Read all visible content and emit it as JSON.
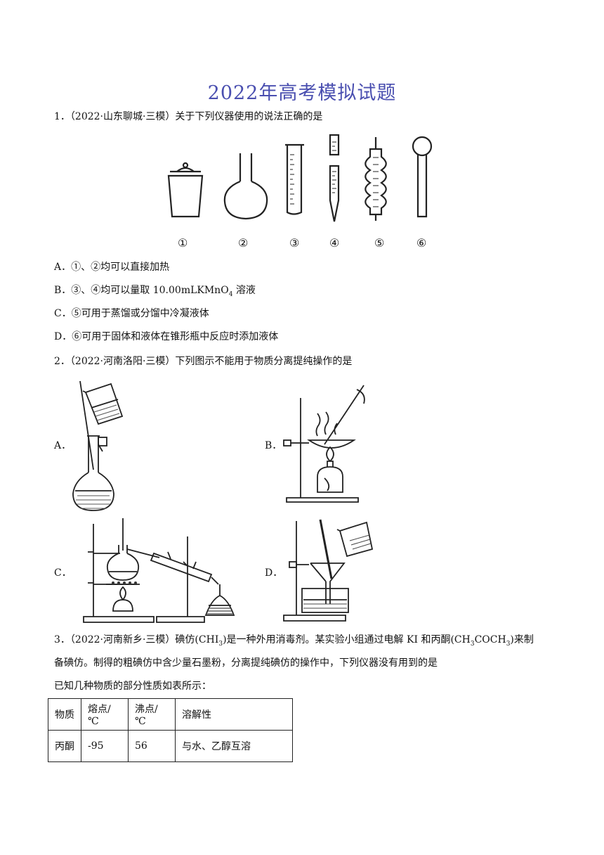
{
  "title": "2022年高考模拟试题",
  "q1": {
    "stem": "1．（2022·山东聊城·三模）关于下列仪器使用的说法正确的是",
    "numbers": [
      "①",
      "②",
      "③",
      "④",
      "⑤",
      "⑥"
    ],
    "options": {
      "A": "A．①、②均可以直接加热",
      "B_pre": "B．③、④均可以量取 10.00mLKMnO",
      "B_sub": "4",
      "B_post": " 溶液",
      "C": "C．⑤可用于蒸馏或分馏中冷凝液体",
      "D": "D．⑥可用于固体和液体在锥形瓶中反应时添加液体"
    }
  },
  "q2": {
    "stem": "2．（2022·河南洛阳·三模）下列图示不能用于物质分离提纯操作的是",
    "labels": [
      "A．",
      "B．",
      "C．",
      "D．"
    ]
  },
  "q3": {
    "line1_a": "3．（2022·河南新乡·三模）碘仿(CHI",
    "line1_sub1": "3",
    "line1_b": ")是一种外用消毒剂。某实验小组通过电解 KI 和丙酮(CH",
    "line1_sub2": "3",
    "line1_c": "COCH",
    "line1_sub3": "3",
    "line1_d": ")来制",
    "line2": "备碘仿。制得的粗碘仿中含少量石墨粉，分离提纯碘仿的操作中，下列仪器没有用到的是",
    "line3": "已知几种物质的部分性质如表所示：",
    "table": {
      "headers": [
        "物质",
        "熔点/℃",
        "沸点/℃",
        "溶解性"
      ],
      "rows": [
        [
          "丙酮",
          "-95",
          "56",
          "与水、乙醇互溶"
        ]
      ]
    }
  }
}
